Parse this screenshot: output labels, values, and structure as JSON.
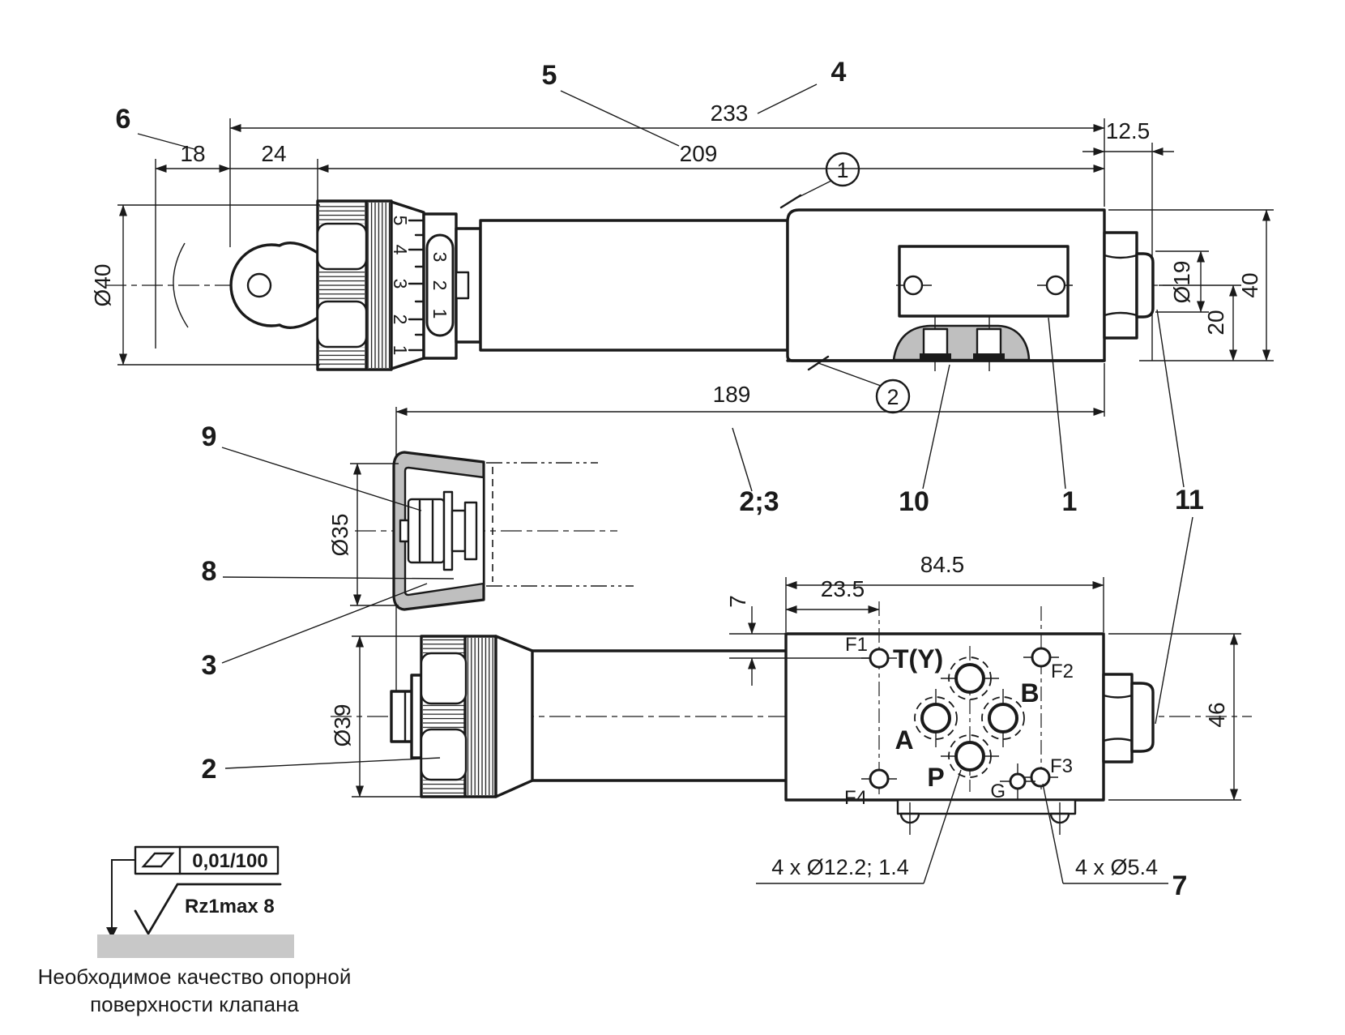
{
  "upper_view": {
    "dims": {
      "total": "233",
      "to_body_end": "209",
      "ring_offset": "18",
      "knob_len": "24",
      "end_len": "12.5",
      "knob_od": "Ø40",
      "nut_od": "Ø19",
      "nut_offset": "20",
      "body_height": "40"
    },
    "scale_marks": [
      "5",
      "4",
      "3",
      "2",
      "1"
    ],
    "window_marks": [
      "3",
      "2",
      "1"
    ],
    "callouts": {
      "item6": "6",
      "item5": "5",
      "item4": "4",
      "circle1": "1",
      "circle2": "2"
    }
  },
  "middle": {
    "dim_total": "189",
    "callouts": {
      "item2_3": "2;3",
      "item10": "10",
      "item1": "1",
      "item11": "11"
    }
  },
  "cap_view": {
    "dim_od": "Ø35",
    "callouts": {
      "item9": "9",
      "item8": "8",
      "item3": "3"
    }
  },
  "lower_view": {
    "dims": {
      "knob_od": "Ø39",
      "face_len": "84.5",
      "port_offset_x": "23.5",
      "port_offset_y": "7",
      "face_height": "46"
    },
    "ports": {
      "f1": "F1",
      "f2": "F2",
      "f3": "F3",
      "f4": "F4",
      "g": "G",
      "t": "T(Y)",
      "a": "A",
      "b": "B",
      "p": "P"
    },
    "callouts": {
      "item2": "2",
      "item7": "7"
    },
    "notes": {
      "main_ports": "4 x Ø12.2; 1.4",
      "fixing_holes": "4 x Ø5.4"
    }
  },
  "requirement": {
    "flatness": "0,01/100",
    "roughness": "Rz1max 8",
    "caption_line1": "Необходимое качество опорной",
    "caption_line2": "поверхности клапана"
  }
}
